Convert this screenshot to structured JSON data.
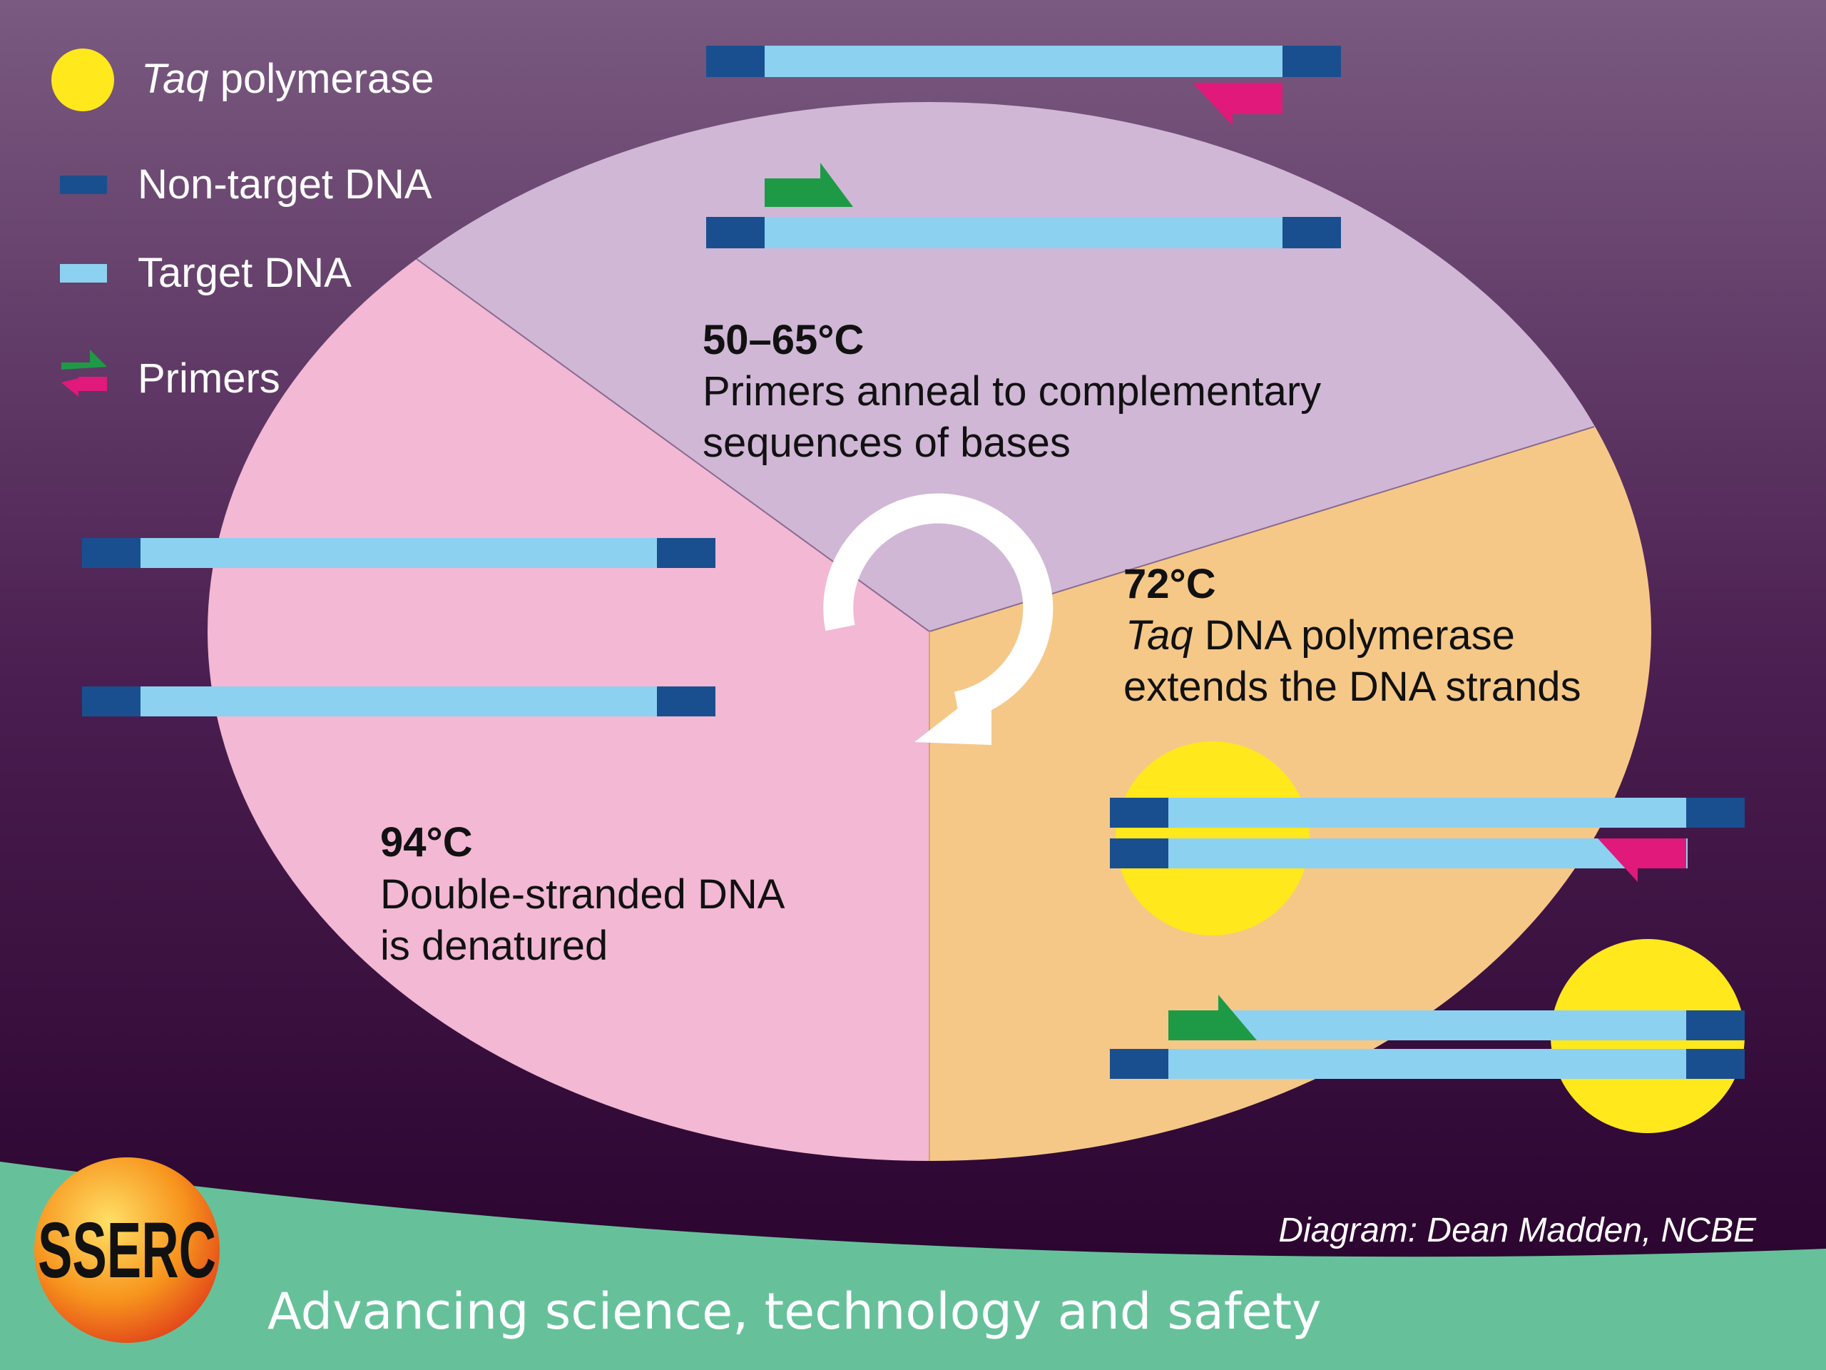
{
  "legend": {
    "taq_italic": "Taq",
    "taq_rest": " polymerase",
    "non_target": "Non-target DNA",
    "target": "Target DNA",
    "primers": "Primers"
  },
  "anneal": {
    "temp": "50–65°C",
    "line1": "Primers anneal to complementary",
    "line2": "sequences of bases"
  },
  "extend": {
    "temp": "72°C",
    "line1_italic": "Taq",
    "line1_rest": " DNA polymerase",
    "line2": "extends the DNA strands"
  },
  "denature": {
    "temp": "94°C",
    "line1": "Double-stranded DNA",
    "line2": "is denatured"
  },
  "credit": "Diagram: Dean Madden, NCBE",
  "logo": "SSERC",
  "tagline": "Advancing science, technology and safety",
  "colors": {
    "non_target_dna": "#1a4f8f",
    "target_dna": "#8dd1f0",
    "forward_primer": "#1e9a46",
    "reverse_primer": "#e0197a",
    "taq_polymerase": "#ffe81c",
    "denature_sector": "#f2b8d4",
    "anneal_sector": "#d0b7d6",
    "extend_sector": "#f5c888",
    "footer": "#66c19b"
  }
}
